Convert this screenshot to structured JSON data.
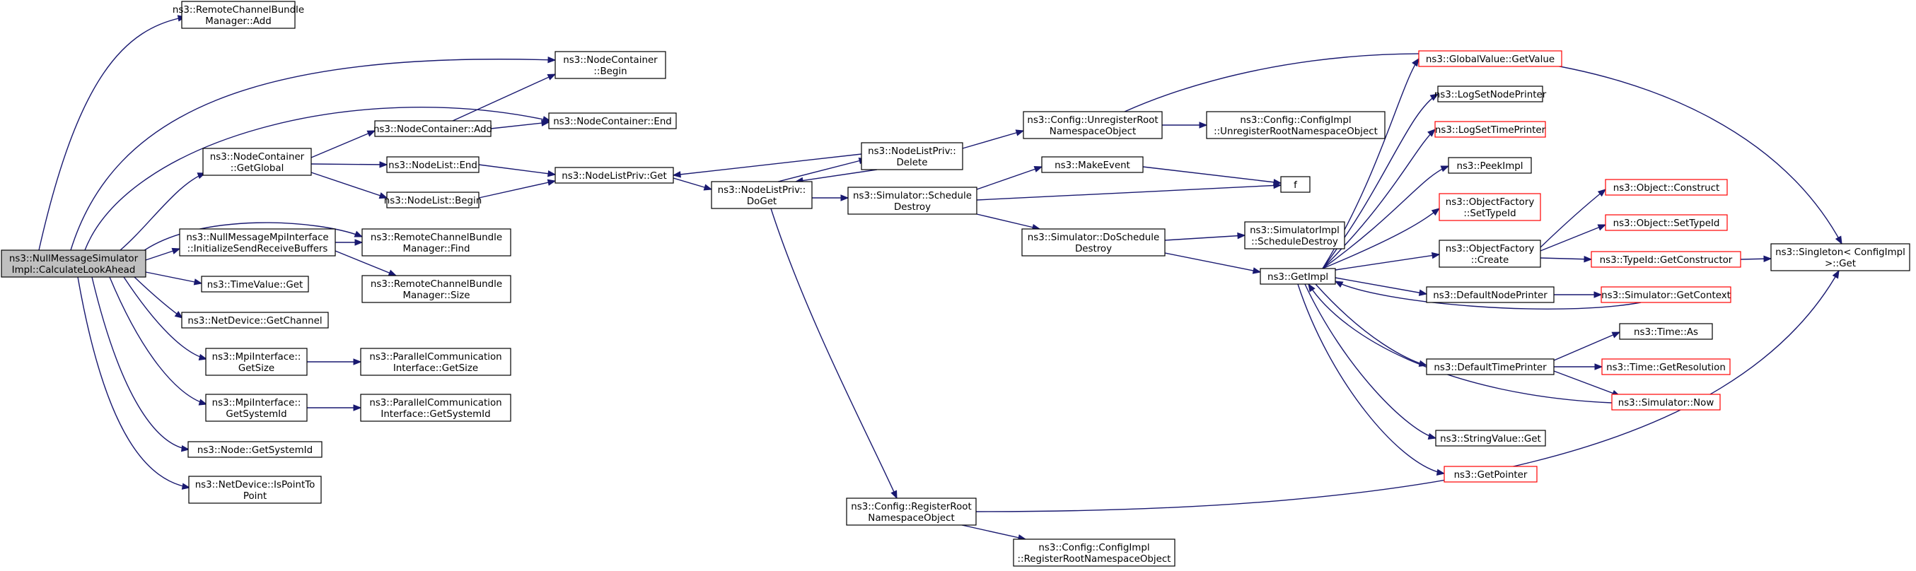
{
  "graph": {
    "nodes": [
      {
        "id": "root",
        "lines": [
          "ns3::NullMessageSimulator",
          "Impl::CalculateLookAhead"
        ],
        "kind": "root"
      },
      {
        "id": "rcbm_add",
        "lines": [
          "ns3::RemoteChannelBundle",
          "Manager::Add"
        ],
        "kind": "normal"
      },
      {
        "id": "nc_begin",
        "lines": [
          "ns3::NodeContainer",
          "::Begin"
        ],
        "kind": "normal"
      },
      {
        "id": "nc_end",
        "lines": [
          "ns3::NodeContainer::End"
        ],
        "kind": "normal"
      },
      {
        "id": "nc_getglobal",
        "lines": [
          "ns3::NodeContainer",
          "::GetGlobal"
        ],
        "kind": "normal"
      },
      {
        "id": "nc_add",
        "lines": [
          "ns3::NodeContainer::Add"
        ],
        "kind": "normal"
      },
      {
        "id": "nl_end",
        "lines": [
          "ns3::NodeList::End"
        ],
        "kind": "normal"
      },
      {
        "id": "nl_begin",
        "lines": [
          "ns3::NodeList::Begin"
        ],
        "kind": "normal"
      },
      {
        "id": "nlp_get",
        "lines": [
          "ns3::NodeListPriv::Get"
        ],
        "kind": "normal"
      },
      {
        "id": "nlp_doget",
        "lines": [
          "ns3::NodeListPriv::",
          "DoGet"
        ],
        "kind": "normal"
      },
      {
        "id": "nlp_delete",
        "lines": [
          "ns3::NodeListPriv::",
          "Delete"
        ],
        "kind": "normal"
      },
      {
        "id": "cfg_unreg",
        "lines": [
          "ns3::Config::UnregisterRoot",
          "NamespaceObject"
        ],
        "kind": "normal"
      },
      {
        "id": "cfgimpl_unreg",
        "lines": [
          "ns3::Config::ConfigImpl",
          "::UnregisterRootNamespaceObject"
        ],
        "kind": "normal"
      },
      {
        "id": "makeevent",
        "lines": [
          "ns3::MakeEvent"
        ],
        "kind": "normal"
      },
      {
        "id": "f",
        "lines": [
          "f"
        ],
        "kind": "normal"
      },
      {
        "id": "sim_sched",
        "lines": [
          "ns3::Simulator::Schedule",
          "Destroy"
        ],
        "kind": "normal"
      },
      {
        "id": "sim_dosched",
        "lines": [
          "ns3::Simulator::DoSchedule",
          "Destroy"
        ],
        "kind": "normal"
      },
      {
        "id": "simimpl_sched",
        "lines": [
          "ns3::SimulatorImpl",
          "::ScheduleDestroy"
        ],
        "kind": "normal"
      },
      {
        "id": "getimpl",
        "lines": [
          "ns3::GetImpl"
        ],
        "kind": "normal"
      },
      {
        "id": "nmpi_init",
        "lines": [
          "ns3::NullMessageMpiInterface",
          "::InitializeSendReceiveBuffers"
        ],
        "kind": "normal"
      },
      {
        "id": "rcbm_find",
        "lines": [
          "ns3::RemoteChannelBundle",
          "Manager::Find"
        ],
        "kind": "normal"
      },
      {
        "id": "rcbm_size",
        "lines": [
          "ns3::RemoteChannelBundle",
          "Manager::Size"
        ],
        "kind": "normal"
      },
      {
        "id": "tv_get",
        "lines": [
          "ns3::TimeValue::Get"
        ],
        "kind": "normal"
      },
      {
        "id": "nd_getchannel",
        "lines": [
          "ns3::NetDevice::GetChannel"
        ],
        "kind": "normal"
      },
      {
        "id": "mpi_getsize",
        "lines": [
          "ns3::MpiInterface::",
          "GetSize"
        ],
        "kind": "normal"
      },
      {
        "id": "pci_getsize",
        "lines": [
          "ns3::ParallelCommunication",
          "Interface::GetSize"
        ],
        "kind": "normal"
      },
      {
        "id": "mpi_getsysid",
        "lines": [
          "ns3::MpiInterface::",
          "GetSystemId"
        ],
        "kind": "normal"
      },
      {
        "id": "pci_getsysid",
        "lines": [
          "ns3::ParallelCommunication",
          "Interface::GetSystemId"
        ],
        "kind": "normal"
      },
      {
        "id": "node_getsysid",
        "lines": [
          "ns3::Node::GetSystemId"
        ],
        "kind": "normal"
      },
      {
        "id": "nd_isp2p",
        "lines": [
          "ns3::NetDevice::IsPointTo",
          "Point"
        ],
        "kind": "normal"
      },
      {
        "id": "cfg_reg",
        "lines": [
          "ns3::Config::RegisterRoot",
          "NamespaceObject"
        ],
        "kind": "normal"
      },
      {
        "id": "cfgimpl_reg",
        "lines": [
          "ns3::Config::ConfigImpl",
          "::RegisterRootNamespaceObject"
        ],
        "kind": "normal"
      },
      {
        "id": "gv_getvalue",
        "lines": [
          "ns3::GlobalValue::GetValue"
        ],
        "kind": "trunc"
      },
      {
        "id": "logsetnode",
        "lines": [
          "ns3::LogSetNodePrinter"
        ],
        "kind": "normal"
      },
      {
        "id": "logsettime",
        "lines": [
          "ns3::LogSetTimePrinter"
        ],
        "kind": "trunc"
      },
      {
        "id": "peekimpl",
        "lines": [
          "ns3::PeekImpl"
        ],
        "kind": "normal"
      },
      {
        "id": "of_settypeid",
        "lines": [
          "ns3::ObjectFactory",
          "::SetTypeId"
        ],
        "kind": "trunc"
      },
      {
        "id": "of_create",
        "lines": [
          "ns3::ObjectFactory",
          "::Create"
        ],
        "kind": "normal"
      },
      {
        "id": "defnodeprinter",
        "lines": [
          "ns3::DefaultNodePrinter"
        ],
        "kind": "normal"
      },
      {
        "id": "deftimeprinter",
        "lines": [
          "ns3::DefaultTimePrinter"
        ],
        "kind": "normal"
      },
      {
        "id": "strval_get",
        "lines": [
          "ns3::StringValue::Get"
        ],
        "kind": "normal"
      },
      {
        "id": "getpointer",
        "lines": [
          "ns3::GetPointer"
        ],
        "kind": "trunc"
      },
      {
        "id": "obj_construct",
        "lines": [
          "ns3::Object::Construct"
        ],
        "kind": "trunc"
      },
      {
        "id": "obj_settypeid",
        "lines": [
          "ns3::Object::SetTypeId"
        ],
        "kind": "trunc"
      },
      {
        "id": "typeid_getctor",
        "lines": [
          "ns3::TypeId::GetConstructor"
        ],
        "kind": "trunc"
      },
      {
        "id": "singleton_get",
        "lines": [
          "ns3::Singleton< ConfigImpl",
          " >::Get"
        ],
        "kind": "normal"
      },
      {
        "id": "sim_getcontext",
        "lines": [
          "ns3::Simulator::GetContext"
        ],
        "kind": "trunc"
      },
      {
        "id": "time_as",
        "lines": [
          "ns3::Time::As"
        ],
        "kind": "normal"
      },
      {
        "id": "time_getres",
        "lines": [
          "ns3::Time::GetResolution"
        ],
        "kind": "trunc"
      },
      {
        "id": "sim_now",
        "lines": [
          "ns3::Simulator::Now"
        ],
        "kind": "trunc"
      }
    ],
    "edges": [
      [
        "root",
        "rcbm_add"
      ],
      [
        "root",
        "nc_begin"
      ],
      [
        "root",
        "nc_end"
      ],
      [
        "root",
        "nc_getglobal"
      ],
      [
        "root",
        "rcbm_find"
      ],
      [
        "root",
        "nmpi_init"
      ],
      [
        "root",
        "tv_get"
      ],
      [
        "root",
        "nd_getchannel"
      ],
      [
        "root",
        "mpi_getsize"
      ],
      [
        "root",
        "mpi_getsysid"
      ],
      [
        "root",
        "node_getsysid"
      ],
      [
        "root",
        "nd_isp2p"
      ],
      [
        "nc_getglobal",
        "nc_add"
      ],
      [
        "nc_getglobal",
        "nl_end"
      ],
      [
        "nc_getglobal",
        "nl_begin"
      ],
      [
        "nc_add",
        "nc_begin"
      ],
      [
        "nc_add",
        "nc_end"
      ],
      [
        "nl_end",
        "nlp_get"
      ],
      [
        "nl_begin",
        "nlp_get"
      ],
      [
        "nlp_get",
        "nlp_doget"
      ],
      [
        "nlp_doget",
        "nlp_delete"
      ],
      [
        "nlp_doget",
        "sim_sched"
      ],
      [
        "nlp_doget",
        "cfg_reg"
      ],
      [
        "nlp_delete",
        "nlp_get"
      ],
      [
        "nlp_delete",
        "nlp_doget"
      ],
      [
        "nlp_delete",
        "cfg_unreg"
      ],
      [
        "cfg_unreg",
        "cfgimpl_unreg"
      ],
      [
        "cfg_unreg",
        "singleton_get"
      ],
      [
        "sim_sched",
        "makeevent"
      ],
      [
        "sim_sched",
        "f"
      ],
      [
        "sim_sched",
        "sim_dosched"
      ],
      [
        "makeevent",
        "f"
      ],
      [
        "sim_dosched",
        "simimpl_sched"
      ],
      [
        "sim_dosched",
        "getimpl"
      ],
      [
        "nmpi_init",
        "rcbm_find"
      ],
      [
        "nmpi_init",
        "rcbm_size"
      ],
      [
        "mpi_getsize",
        "pci_getsize"
      ],
      [
        "mpi_getsysid",
        "pci_getsysid"
      ],
      [
        "cfg_reg",
        "cfgimpl_reg"
      ],
      [
        "cfg_reg",
        "singleton_get"
      ],
      [
        "getimpl",
        "gv_getvalue"
      ],
      [
        "getimpl",
        "logsetnode"
      ],
      [
        "getimpl",
        "logsettime"
      ],
      [
        "getimpl",
        "peekimpl"
      ],
      [
        "getimpl",
        "of_settypeid"
      ],
      [
        "getimpl",
        "of_create"
      ],
      [
        "getimpl",
        "defnodeprinter"
      ],
      [
        "getimpl",
        "deftimeprinter"
      ],
      [
        "getimpl",
        "strval_get"
      ],
      [
        "getimpl",
        "getpointer"
      ],
      [
        "of_create",
        "obj_construct"
      ],
      [
        "of_create",
        "obj_settypeid"
      ],
      [
        "of_create",
        "typeid_getctor"
      ],
      [
        "typeid_getctor",
        "singleton_get"
      ],
      [
        "defnodeprinter",
        "sim_getcontext"
      ],
      [
        "sim_getcontext",
        "getimpl"
      ],
      [
        "deftimeprinter",
        "time_as"
      ],
      [
        "deftimeprinter",
        "time_getres"
      ],
      [
        "deftimeprinter",
        "sim_now"
      ],
      [
        "sim_now",
        "getimpl"
      ]
    ]
  }
}
